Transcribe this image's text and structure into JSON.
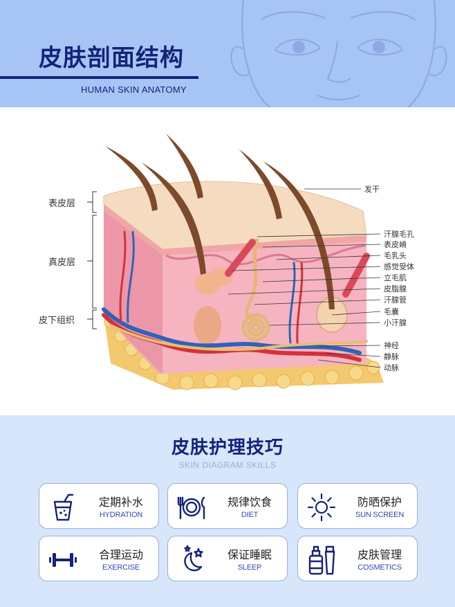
{
  "header": {
    "title": "皮肤剖面结构",
    "subtitle": "HUMAN SKIN ANATOMY"
  },
  "colors": {
    "header_bg": "#a7c5f4",
    "navy": "#13237a",
    "tips_bg": "#d8e6fb",
    "accent_blue": "#2f49b6"
  },
  "diagram": {
    "left_labels": [
      {
        "id": "epidermis",
        "text": "表皮层"
      },
      {
        "id": "dermis",
        "text": "真皮层"
      },
      {
        "id": "subcutis",
        "text": "皮下组织"
      }
    ],
    "right_labels": [
      {
        "id": "hair-shaft",
        "text": "发干"
      },
      {
        "id": "sweat-pore",
        "text": "汗腺毛孔"
      },
      {
        "id": "epidermal-ridge",
        "text": "表皮嵴"
      },
      {
        "id": "papilla",
        "text": "毛乳头"
      },
      {
        "id": "sensory-receptor",
        "text": "感觉受体"
      },
      {
        "id": "arrector-pili",
        "text": "立毛肌"
      },
      {
        "id": "sebaceous-gland",
        "text": "皮脂腺"
      },
      {
        "id": "sweat-duct",
        "text": "汗腺管"
      },
      {
        "id": "hair-follicle",
        "text": "毛囊"
      },
      {
        "id": "sweat-gland",
        "text": "小汗腺"
      },
      {
        "id": "nerve",
        "text": "神经"
      },
      {
        "id": "vein",
        "text": "静脉"
      },
      {
        "id": "artery",
        "text": "动脉"
      }
    ]
  },
  "tips": {
    "title": "皮肤护理技巧",
    "subtitle": "SKIN DIAGRAM SKILLS",
    "cards": [
      {
        "id": "hydration",
        "cn": "定期补水",
        "en": "HYDRATION",
        "icon": "drink-cup-icon"
      },
      {
        "id": "diet",
        "cn": "规律饮食",
        "en": "DIET",
        "icon": "plate-cutlery-icon"
      },
      {
        "id": "sunscreen",
        "cn": "防晒保护",
        "en": "SUN SCREEN",
        "icon": "sun-icon"
      },
      {
        "id": "exercise",
        "cn": "合理运动",
        "en": "EXERCISE",
        "icon": "dumbbell-icon"
      },
      {
        "id": "sleep",
        "cn": "保证睡眠",
        "en": "SLEEP",
        "icon": "moon-stars-icon"
      },
      {
        "id": "cosmetics",
        "cn": "皮肤管理",
        "en": "COSMETICS",
        "icon": "cosmetic-bottles-icon"
      }
    ]
  }
}
